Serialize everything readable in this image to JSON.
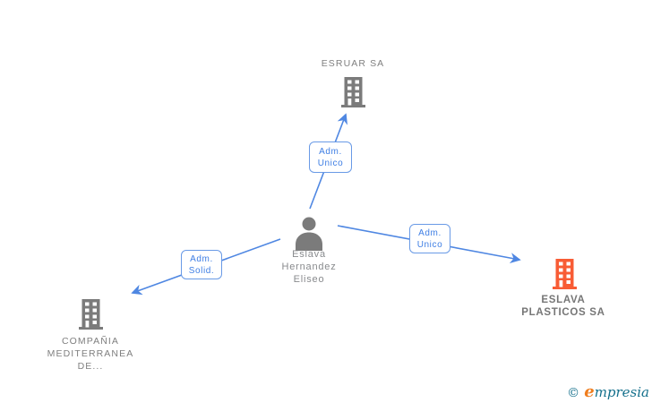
{
  "diagram": {
    "type": "network-graph",
    "edge_color": "#4f87e2",
    "nodes": {
      "esruar": {
        "label": "ESRUAR SA",
        "type": "company",
        "icon": "building-icon",
        "icon_color": "#7b7b7b"
      },
      "person": {
        "line1": "Eslava",
        "line2": "Hernandez",
        "line3": "Eliseo",
        "type": "person",
        "icon": "person-icon",
        "icon_color": "#7b7b7b"
      },
      "compania_mediterranea": {
        "line1": "COMPAÑIA",
        "line2": "MEDITERRANEA",
        "line3": "DE...",
        "type": "company",
        "icon": "building-icon",
        "icon_color": "#7b7b7b"
      },
      "eslava_plasticos": {
        "line1": "ESLAVA",
        "line2": "PLASTICOS SA",
        "type": "company",
        "icon": "building-icon",
        "icon_color": "#f85c35",
        "highlighted": true
      }
    },
    "edges": [
      {
        "from": "Eslava Hernandez Eliseo",
        "to": "ESRUAR SA",
        "label_line1": "Adm.",
        "label_line2": "Unico"
      },
      {
        "from": "Eslava Hernandez Eliseo",
        "to": "COMPAÑIA MEDITERRANEA DE...",
        "label_line1": "Adm.",
        "label_line2": "Solid."
      },
      {
        "from": "Eslava Hernandez Eliseo",
        "to": "ESLAVA PLASTICOS SA",
        "label_line1": "Adm.",
        "label_line2": "Unico"
      }
    ]
  },
  "footer": {
    "copyright_symbol": "©",
    "logo_e": "e",
    "logo_rest": "mpresia",
    "logo_teal": "#14708c",
    "logo_orange": "#ef7e1f"
  }
}
